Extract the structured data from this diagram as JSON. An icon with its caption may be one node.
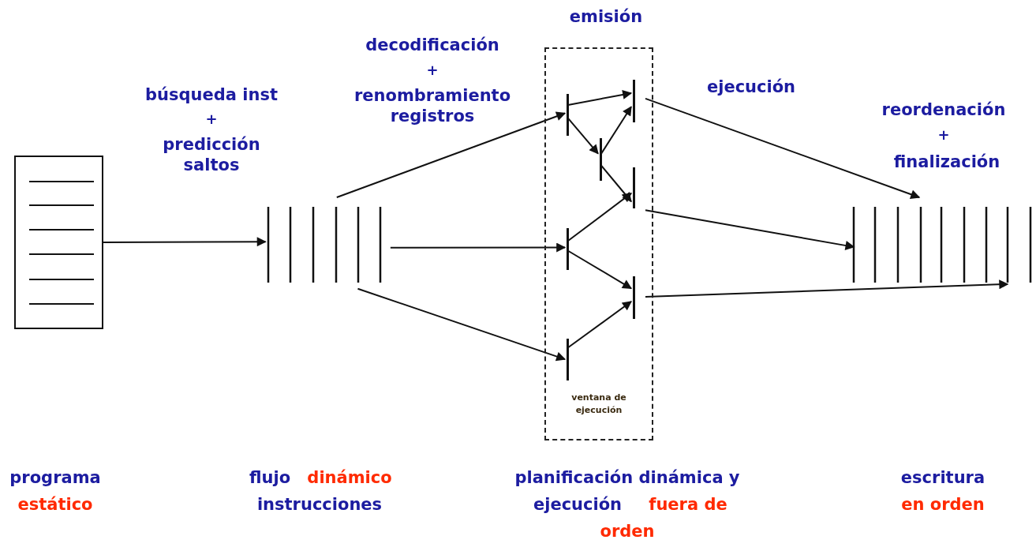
{
  "diagram": {
    "nodes": [
      {
        "text": [],
        "shape": "box"
      },
      {
        "text": [],
        "shape": "bar"
      },
      {
        "text": [
          "ventana de ejecución"
        ]
      },
      {
        "text": [],
        "shape": "bar",
        "in": 2
      },
      {
        "text": [],
        "shape": "bar",
        "in": 2
      },
      {
        "text": [],
        "shape": "bar",
        "in": 2
      },
      {
        "text": [],
        "shape": "bar",
        "in": 2
      },
      {
        "text": [],
        "shape": "bar",
        "in": 2
      },
      {
        "text": [],
        "shape": "bar",
        "in": 2
      },
      {
        "text": [],
        "shape": "bar",
        "in": 2
      },
      {
        "text": [],
        "shape": "bar"
      }
    ],
    "edges": [
      {
        "from": 0,
        "to": 1,
        "arrow": "to"
      },
      {
        "from": 1,
        "to": 3,
        "arrow": "to"
      },
      {
        "from": 1,
        "to": 4,
        "arrow": "to"
      },
      {
        "from": 1,
        "to": 5,
        "arrow": "to"
      },
      {
        "from": 3,
        "to": 7,
        "arrow": "to"
      },
      {
        "from": 3,
        "to": 6,
        "arrow": "to"
      },
      {
        "from": 6,
        "to": 7,
        "arrow": "to"
      },
      {
        "from": 6,
        "to": 8,
        "arrow": "to"
      },
      {
        "from": 4,
        "to": 8,
        "arrow": "to"
      },
      {
        "from": 4,
        "to": 9,
        "arrow": "to"
      },
      {
        "from": 5,
        "to": 9,
        "arrow": "to"
      },
      {
        "from": 7,
        "to": 10,
        "arrow": "to"
      },
      {
        "from": 8,
        "to": 10,
        "arrow": "to"
      },
      {
        "from": 9,
        "to": 10,
        "arrow": "to"
      }
    ],
    "labels": [
      "emisión",
      "decodificación",
      "+",
      "renombramiento registros",
      "búsqueda inst",
      "+",
      "predicción saltos",
      "ejecución",
      "reordenación",
      "+",
      "finalización",
      "programa",
      "flujo",
      "dinámico",
      "planificación dinámica y",
      "escritura",
      "estático",
      "instrucciones",
      "ejecución",
      "fuera de",
      "en orden",
      "orden"
    ]
  }
}
